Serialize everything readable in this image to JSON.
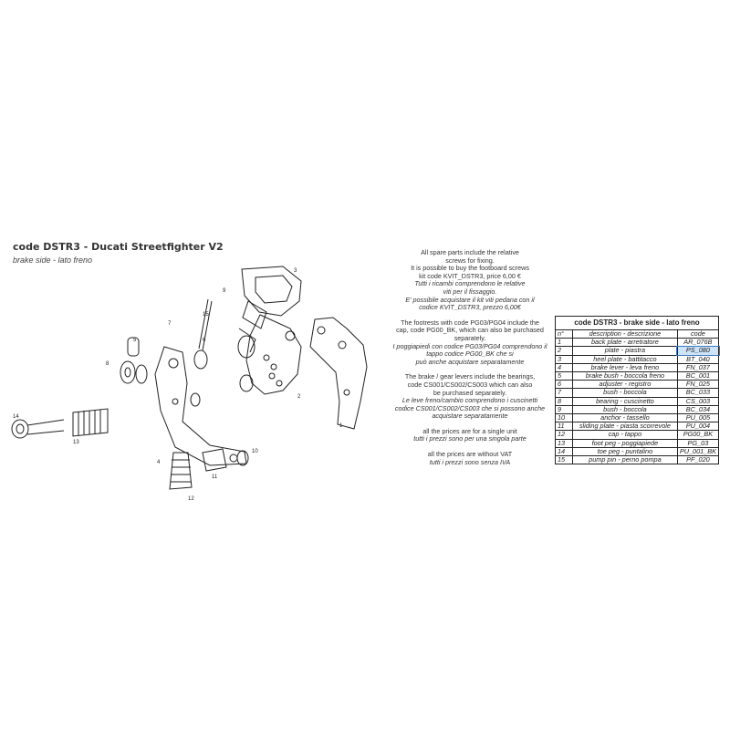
{
  "header": {
    "title": "code DSTR3 - Ducati Streetfighter V2",
    "subtitle": "brake side - lato freno"
  },
  "notes": {
    "screws_en": [
      "All spare parts include the relative",
      "screws for fixing.",
      "It is possible to buy the footboard screws",
      "kit code KVIT_DSTR3, price 6,00 €"
    ],
    "screws_it": [
      "Tutti i ricambi comprendono le relative",
      "viti per il fissaggio.",
      "E' possibile acquistare il kit viti pedana con il",
      "codice KVIT_DSTR3, prezzo 6,00€"
    ],
    "cap_en": [
      "The footrests with code PG03/PG04 include the",
      "cap, code PG00_BK, which can also be purchased",
      "separately."
    ],
    "cap_it": [
      "I poggiapiedi con codice PG03/PG04 comprendono il",
      "tappo codice PG00_BK che si",
      "può anche acquistare separatamente"
    ],
    "bearings_en": [
      "The brake / gear levers include the bearings,",
      "code CS001/CS002/CS003 which can also",
      "be purchased separately."
    ],
    "bearings_it": [
      "Le leve freno/cambio comprendono i cuscinetti",
      "codice CS001/CS002/CS003 che si possono anche",
      "acquistare separatamente"
    ],
    "prices_en": "all the prices are for a single unit",
    "prices_it": "tutti i prezzi sono per una singola parte",
    "vat_en": "all the prices are without VAT",
    "vat_it": "tutti i prezzi sono senza IVA"
  },
  "table": {
    "title": "code DSTR3 - brake side - lato freno",
    "headers": [
      "n°",
      "description - descrizione",
      "code"
    ],
    "rows": [
      [
        "1",
        "back plate - arretratore",
        "AR_076B"
      ],
      [
        "2",
        "plate - piastra",
        "PS_080"
      ],
      [
        "3",
        "heel plate - battitacco",
        "BT_040"
      ],
      [
        "4",
        "brake lever - leva freno",
        "FN_037"
      ],
      [
        "5",
        "brake bush - boccola freno",
        "BC_001"
      ],
      [
        "6",
        "adjuster - registro",
        "FN_025"
      ],
      [
        "7",
        "bush - boccola",
        "BC_033"
      ],
      [
        "8",
        "bearing - cuscinetto",
        "CS_003"
      ],
      [
        "9",
        "bush - boccola",
        "BC_034"
      ],
      [
        "10",
        "anchor - tassello",
        "PU_005"
      ],
      [
        "11",
        "sliding plate - piasta scorrevole",
        "PU_004"
      ],
      [
        "12",
        "cap - tappo",
        "PG00_BK"
      ],
      [
        "13",
        "foot peg - poggiapiede",
        "PG_03"
      ],
      [
        "14",
        "toe peg - puntalino",
        "PU_001_BK"
      ],
      [
        "15",
        "pump pin - perno pompa",
        "PF_020"
      ]
    ]
  },
  "diagram": {
    "callouts": [
      "1",
      "2",
      "3",
      "4",
      "5",
      "6",
      "7",
      "8",
      "9",
      "10",
      "11",
      "12",
      "13",
      "14",
      "15"
    ]
  },
  "colors": {
    "line": "#222222",
    "highlight": "#cde3f7",
    "highlight_border": "#3a78c2"
  }
}
